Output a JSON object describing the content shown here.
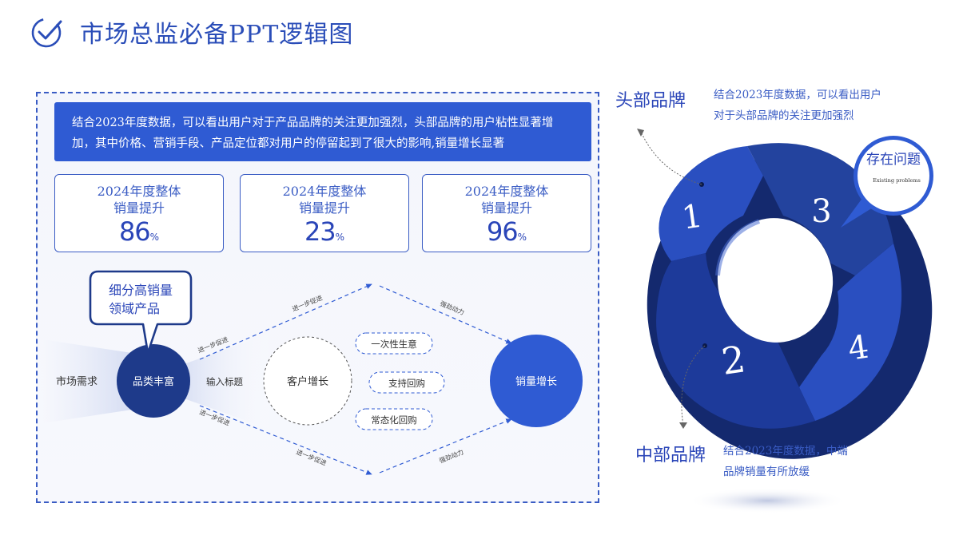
{
  "header": {
    "title": "市场总监必备PPT逻辑图"
  },
  "intro": {
    "line1": "结合2023年度数据，可以看出用户对于产品品牌的关注更加强烈，头部品牌的用户粘性显著增",
    "line2": "加，其中价格、营销手段、产品定位都对用户的停留起到了很大的影响,销量增长显著"
  },
  "stats": [
    {
      "label1": "2024年度整体",
      "label2": "销量提升",
      "value": "86",
      "unit": "%"
    },
    {
      "label1": "2024年度整体",
      "label2": "销量提升",
      "value": "23",
      "unit": "%"
    },
    {
      "label1": "2024年度整体",
      "label2": "销量提升",
      "value": "96",
      "unit": "%"
    }
  ],
  "flow": {
    "callout_line1": "细分高销量",
    "callout_line2": "领域产品",
    "market_demand": "市场需求",
    "rich_category": "品类丰富",
    "input_title": "输入标题",
    "customer_growth": "客户增长",
    "sales_growth": "销量增长",
    "promote": "进一步促进",
    "drive": "强劲动力",
    "options": [
      "一次性生意",
      "支持回购",
      "常态化回购"
    ]
  },
  "ring": {
    "segments": [
      "1",
      "2",
      "3",
      "4"
    ],
    "bubble_title": "存在问题",
    "bubble_sub": "Existing problems"
  },
  "right": {
    "head_title": "头部品牌",
    "head_desc1": "结合2023年度数据，可以看出用户",
    "head_desc2": "对于头部品牌的关注更加强烈",
    "mid_title": "中部品牌",
    "mid_desc1": "结合2023年度数据，中端",
    "mid_desc2": "品牌销量有所放缓"
  },
  "colors": {
    "primary": "#2f5bd3",
    "dark": "#1e3a8a",
    "ring_dark": "#1d3a9a"
  }
}
